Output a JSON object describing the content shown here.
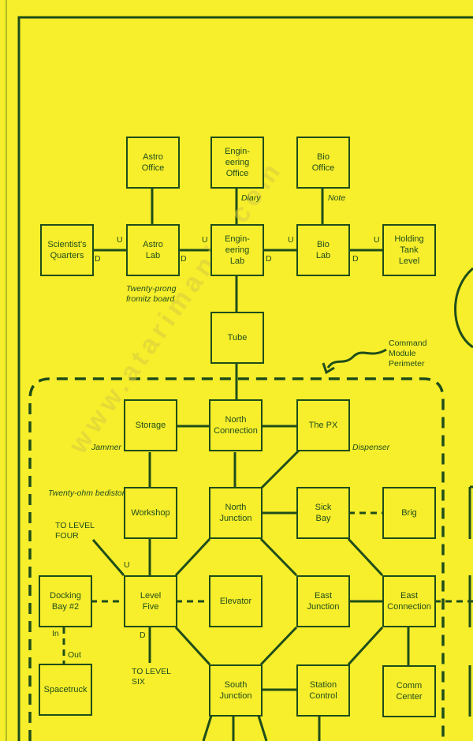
{
  "watermark": "www.atarimania.com",
  "rooms": {
    "astro_office": "Astro\nOffice",
    "engineering_office": "Engin-\neering\nOffice",
    "bio_office": "Bio\nOffice",
    "scientists_quarters": "Scientist's\nQuarters",
    "astro_lab": "Astro\nLab",
    "engineering_lab": "Engin-\neering\nLab",
    "bio_lab": "Bio\nLab",
    "holding_tank": "Holding\nTank\nLevel",
    "tube": "Tube",
    "storage": "Storage",
    "north_connection": "North\nConnection",
    "the_px": "The PX",
    "workshop": "Workshop",
    "north_junction": "North\nJunction",
    "sick_bay": "Sick\nBay",
    "brig": "Brig",
    "docking_bay": "Docking\nBay #2",
    "level_five": "Level\nFive",
    "elevator": "Elevator",
    "east_junction": "East\nJunction",
    "east_connection": "East\nConnection",
    "spacetruck": "Spacetruck",
    "south_junction": "South\nJunction",
    "station_control": "Station\nControl",
    "comm_center": "Comm\nCenter"
  },
  "items": {
    "diary": "Diary",
    "note": "Note",
    "fromitz": "Twenty-prong\nfromitz board",
    "jammer": "Jammer",
    "dispenser": "Dispenser",
    "bedistor": "Twenty-ohm bedistor"
  },
  "labels": {
    "command_module": "Command\nModule\nPerimeter",
    "to_level_four": "TO LEVEL\nFOUR",
    "to_level_six": "TO LEVEL\nSIX",
    "u": "U",
    "d": "D",
    "in": "In",
    "out": "Out"
  }
}
